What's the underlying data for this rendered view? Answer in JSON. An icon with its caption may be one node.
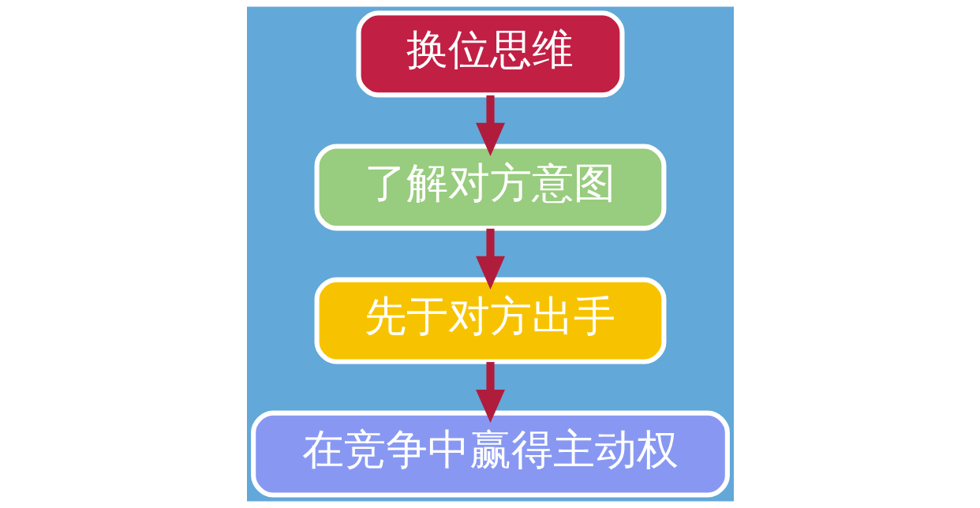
{
  "diagram": {
    "nodes": [
      {
        "text": [
          "换位思维"
        ]
      },
      {
        "text": [
          "了解对方意图"
        ]
      },
      {
        "text": [
          "先于对方出手"
        ]
      },
      {
        "text": [
          "在竞争中赢得主动权"
        ]
      }
    ],
    "edges": [
      {
        "from": 0,
        "to": 1,
        "arrow": "to"
      },
      {
        "from": 1,
        "to": 2,
        "arrow": "to"
      },
      {
        "from": 2,
        "to": 3,
        "arrow": "to"
      }
    ]
  }
}
